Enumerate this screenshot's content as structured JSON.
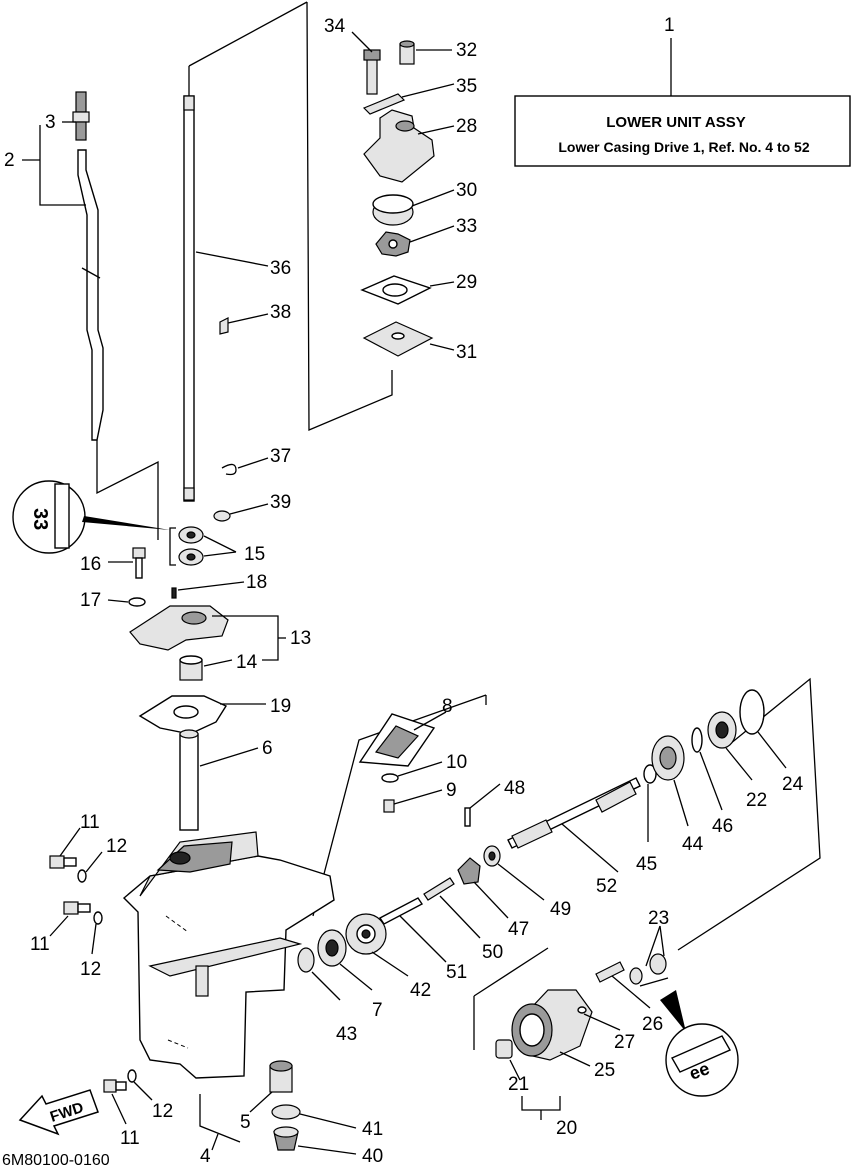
{
  "info_box": {
    "ref": "1",
    "title": "LOWER UNIT ASSY",
    "subtitle": "Lower Casing Drive 1,  Ref. No. 4 to 52"
  },
  "footer_code": "6M80100-0160",
  "fwd_label": "FWD",
  "badge_label": "33",
  "callouts": {
    "n2": "2",
    "n3": "3",
    "n4": "4",
    "n5": "5",
    "n6": "6",
    "n7": "7",
    "n8": "8",
    "n9": "9",
    "n10": "10",
    "n11a": "11",
    "n11b": "11",
    "n11c": "11",
    "n12a": "12",
    "n12b": "12",
    "n12c": "12",
    "n13": "13",
    "n14": "14",
    "n15": "15",
    "n16": "16",
    "n17": "17",
    "n18": "18",
    "n19": "19",
    "n20": "20",
    "n21": "21",
    "n22": "22",
    "n23": "23",
    "n24": "24",
    "n25": "25",
    "n26": "26",
    "n27": "27",
    "n28": "28",
    "n29": "29",
    "n30": "30",
    "n31": "31",
    "n32": "32",
    "n33": "33",
    "n34": "34",
    "n35": "35",
    "n36": "36",
    "n37": "37",
    "n38": "38",
    "n39": "39",
    "n40": "40",
    "n41": "41",
    "n42": "42",
    "n43": "43",
    "n44": "44",
    "n45": "45",
    "n46": "46",
    "n47": "47",
    "n48": "48",
    "n49": "49",
    "n50": "50",
    "n51": "51",
    "n52": "52"
  }
}
